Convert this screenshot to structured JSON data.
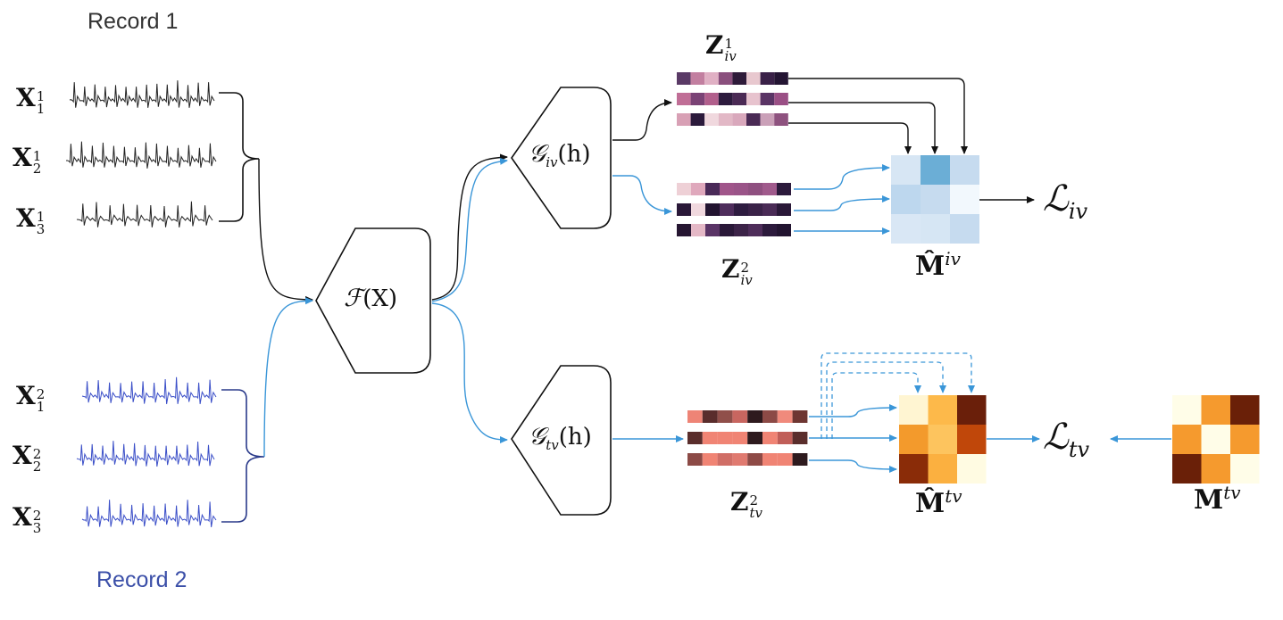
{
  "record1": {
    "title": "Record 1",
    "color": "#333333"
  },
  "record2": {
    "title": "Record 2",
    "color": "#3b4fa8"
  },
  "inputs_record1": [
    {
      "base": "X",
      "sup": "1",
      "sub": "1"
    },
    {
      "base": "X",
      "sup": "1",
      "sub": "2"
    },
    {
      "base": "X",
      "sup": "1",
      "sub": "3"
    }
  ],
  "inputs_record2": [
    {
      "base": "X",
      "sup": "2",
      "sub": "1"
    },
    {
      "base": "X",
      "sup": "2",
      "sub": "2"
    },
    {
      "base": "X",
      "sup": "2",
      "sub": "3"
    }
  ],
  "encoder": {
    "label_cal": "F",
    "label_arg": "(X)"
  },
  "head_iv": {
    "label_cal": "G",
    "sub": "iv",
    "arg": "(h)"
  },
  "head_tv": {
    "label_cal": "G",
    "sub": "tv",
    "arg": "(h)"
  },
  "z_iv_1": {
    "base": "Z",
    "sup": "1",
    "sub": "iv"
  },
  "z_iv_2": {
    "base": "Z",
    "sup": "2",
    "sub": "iv"
  },
  "z_tv_2": {
    "base": "Z",
    "sup": "2",
    "sub": "tv"
  },
  "m_hat_iv": {
    "base": "M̂",
    "sup": "iv"
  },
  "m_hat_tv": {
    "base": "M̂",
    "sup": "tv"
  },
  "m_tv": {
    "base": "M",
    "sup": "tv"
  },
  "loss_iv": {
    "cal": "L",
    "sub": "iv"
  },
  "loss_tv": {
    "cal": "L",
    "sub": "tv"
  },
  "colors": {
    "arrow_black": "#111111",
    "arrow_blue": "#3a96d8",
    "ecg_black": "#222222",
    "ecg_blue": "#3b4fc8"
  },
  "matrices": {
    "z_iv_1_rows": [
      [
        "#5a3a66",
        "#c27fa0",
        "#e0b0c4",
        "#8a4f7d",
        "#2f1b3a",
        "#e8c8cf",
        "#3a2148",
        "#241533"
      ],
      [
        "#c06e96",
        "#7a4275",
        "#b15f8c",
        "#2d1b3e",
        "#4b2a55",
        "#e7c3ce",
        "#5a3465",
        "#9a4f85"
      ],
      [
        "#d8a0b5",
        "#2c1a3c",
        "#f0d8de",
        "#e2b8c6",
        "#d9a8bc",
        "#4a2a55",
        "#caa0b8",
        "#8e527f"
      ]
    ],
    "z_iv_2_rows": [
      [
        "#eed0d6",
        "#dfa8bc",
        "#4a2a58",
        "#a0558a",
        "#9a5488",
        "#8f5080",
        "#a05a8c",
        "#2c1a3c"
      ],
      [
        "#2a1838",
        "#f0d8de",
        "#221430",
        "#4e2d5c",
        "#2e1c40",
        "#3a2248",
        "#4a2b56",
        "#2a1838"
      ],
      [
        "#261632",
        "#e4b8c6",
        "#5a3466",
        "#2a1838",
        "#3c2348",
        "#4e2d5a",
        "#2c1a3c",
        "#221430"
      ]
    ],
    "z_tv_2_rows": [
      [
        "#ee8476",
        "#5a2d2c",
        "#904f4a",
        "#c86660",
        "#2e1a1e",
        "#8c4a46",
        "#f08a7c",
        "#6e3632"
      ],
      [
        "#5a2e2c",
        "#f08474",
        "#f08474",
        "#f08474",
        "#2e1a1e",
        "#f08474",
        "#c05e58",
        "#5a2e2c"
      ],
      [
        "#8c4a46",
        "#f08474",
        "#d06e66",
        "#e07a70",
        "#8e4a46",
        "#f08474",
        "#f08474",
        "#2e1a1e"
      ]
    ],
    "m_hat_iv": [
      [
        "#d7e6f4",
        "#6baed6",
        "#c6dbef"
      ],
      [
        "#bdd7ee",
        "#c6dbef",
        "#f2f8fd"
      ],
      [
        "#d9e7f5",
        "#d6e6f4",
        "#c6dbef"
      ]
    ],
    "m_hat_tv": [
      [
        "#fff5d2",
        "#fdb94a",
        "#6a1f0a"
      ],
      [
        "#f39a2c",
        "#fdc45e",
        "#c0470a"
      ],
      [
        "#8a2c08",
        "#fbb040",
        "#fffbe2"
      ]
    ],
    "m_tv": [
      [
        "#fffde8",
        "#f59a2e",
        "#6a2008"
      ],
      [
        "#f59a2e",
        "#fffde8",
        "#f59a2e"
      ],
      [
        "#6a2008",
        "#f59a2e",
        "#fffde8"
      ]
    ]
  }
}
